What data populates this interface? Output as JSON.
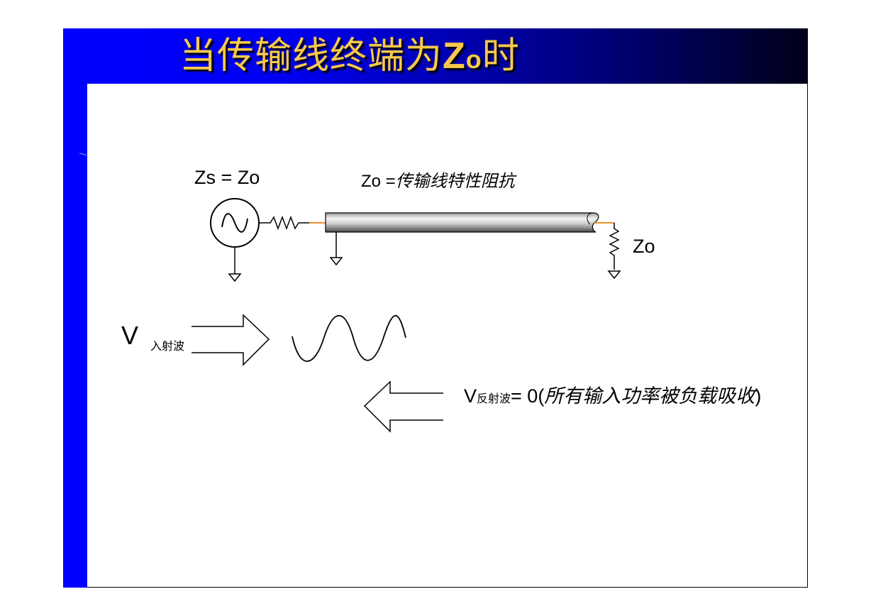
{
  "slide": {
    "title": {
      "prefix": "当传输线终端为",
      "z": "Z",
      "o": "o",
      "suffix": "时"
    }
  },
  "diagram": {
    "source_impedance": "Zs = Zo",
    "zo_definition": {
      "symbol": "Zo =",
      "description": "传输线特性阻抗"
    },
    "load_impedance": "Zo",
    "incident": {
      "symbol": "V",
      "subscript": "入射波"
    },
    "reflected": {
      "symbol": "V",
      "subscript": "反射波",
      "equals": "= 0(",
      "note": "所有输入功率被负载吸收",
      "close": ")"
    }
  },
  "colors": {
    "title_text": "#f7c84a",
    "title_bar_start": "#0000ff",
    "title_bar_end": "#000018",
    "left_bar": "#0000ff",
    "wire_orange": "#e8952a"
  }
}
